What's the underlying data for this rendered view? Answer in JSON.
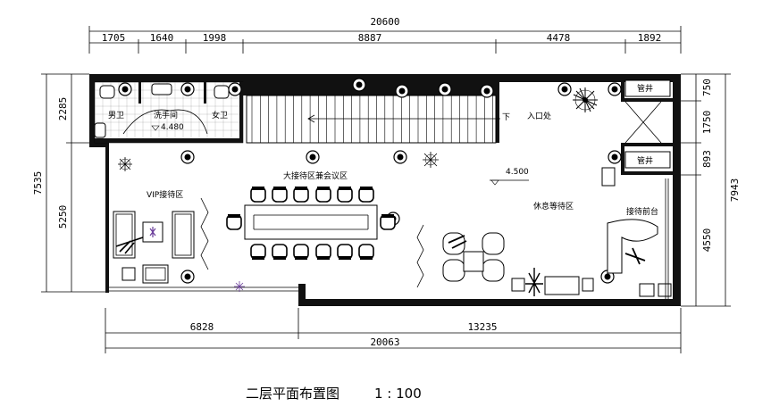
{
  "title": "二层平面布置图",
  "scale": "1 : 100",
  "dimensions": {
    "top_total": "20600",
    "top_segments": [
      "1705",
      "1640",
      "1998",
      "8887",
      "4478",
      "1892"
    ],
    "left_total": "7535",
    "left_segments": [
      "2285",
      "5250"
    ],
    "right_total": "7943",
    "right_segments": [
      "750",
      "1750",
      "893",
      "4550"
    ],
    "bottom_segments": [
      "6828",
      "13235"
    ],
    "bottom_total": "20063"
  },
  "rooms": {
    "mens_restroom": "男卫",
    "wash_room": "洗手间",
    "womens_restroom": "女卫",
    "vip_lounge": "VIP接待区",
    "meeting_area": "大接待区兼会议区",
    "rest_area": "休息等待区",
    "reception_desk": "接待前台",
    "entrance": "入口处",
    "shaft_1": "管井",
    "shaft_2": "管井"
  },
  "levels": {
    "restroom_level": "4.480",
    "floor_level": "4.500"
  }
}
